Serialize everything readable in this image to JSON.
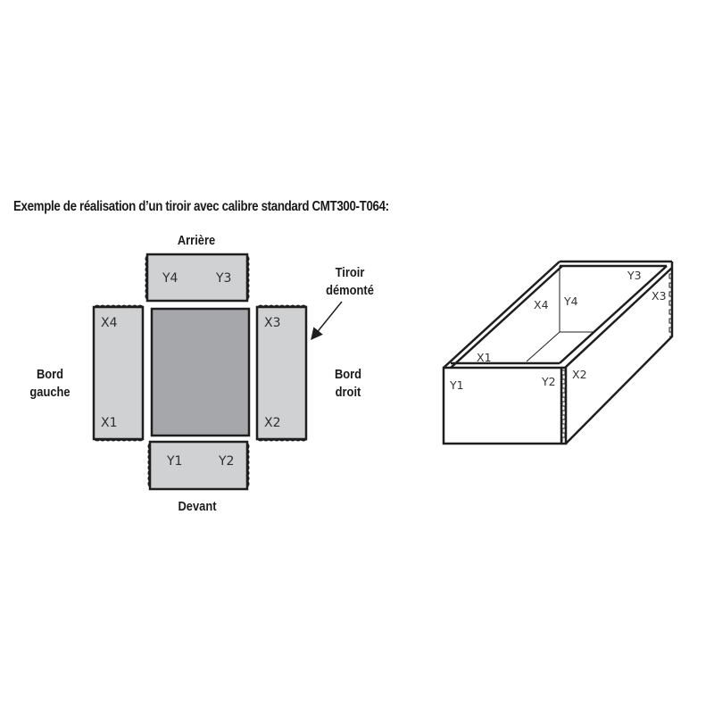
{
  "title": "Exemple de réalisation d’un tiroir avec calibre standard CMT300-T064:",
  "exploded_view": {
    "labels": {
      "back": "Arrière",
      "front": "Devant",
      "left_line1": "Bord",
      "left_line2": "gauche",
      "right_line1": "Bord",
      "right_line2": "droit",
      "callout_line1": "Tiroir",
      "callout_line2": "démonté"
    },
    "panels": {
      "back": {
        "mark_left": "Y4",
        "mark_right": "Y3"
      },
      "left": {
        "mark_top": "X4",
        "mark_bottom": "X1"
      },
      "right": {
        "mark_top": "X3",
        "mark_bottom": "X2"
      },
      "front": {
        "mark_left": "Y1",
        "mark_right": "Y2"
      }
    },
    "colors": {
      "panel_fill": "#d0d1d3",
      "bottom_fill": "#a6a7aa",
      "outline": "#1e1e1e"
    }
  },
  "assembled_view": {
    "marks": {
      "y1": "Y1",
      "y2": "Y2",
      "y3": "Y3",
      "y4": "Y4",
      "x1": "X1",
      "x2": "X2",
      "x3": "X3",
      "x4": "X4"
    }
  }
}
